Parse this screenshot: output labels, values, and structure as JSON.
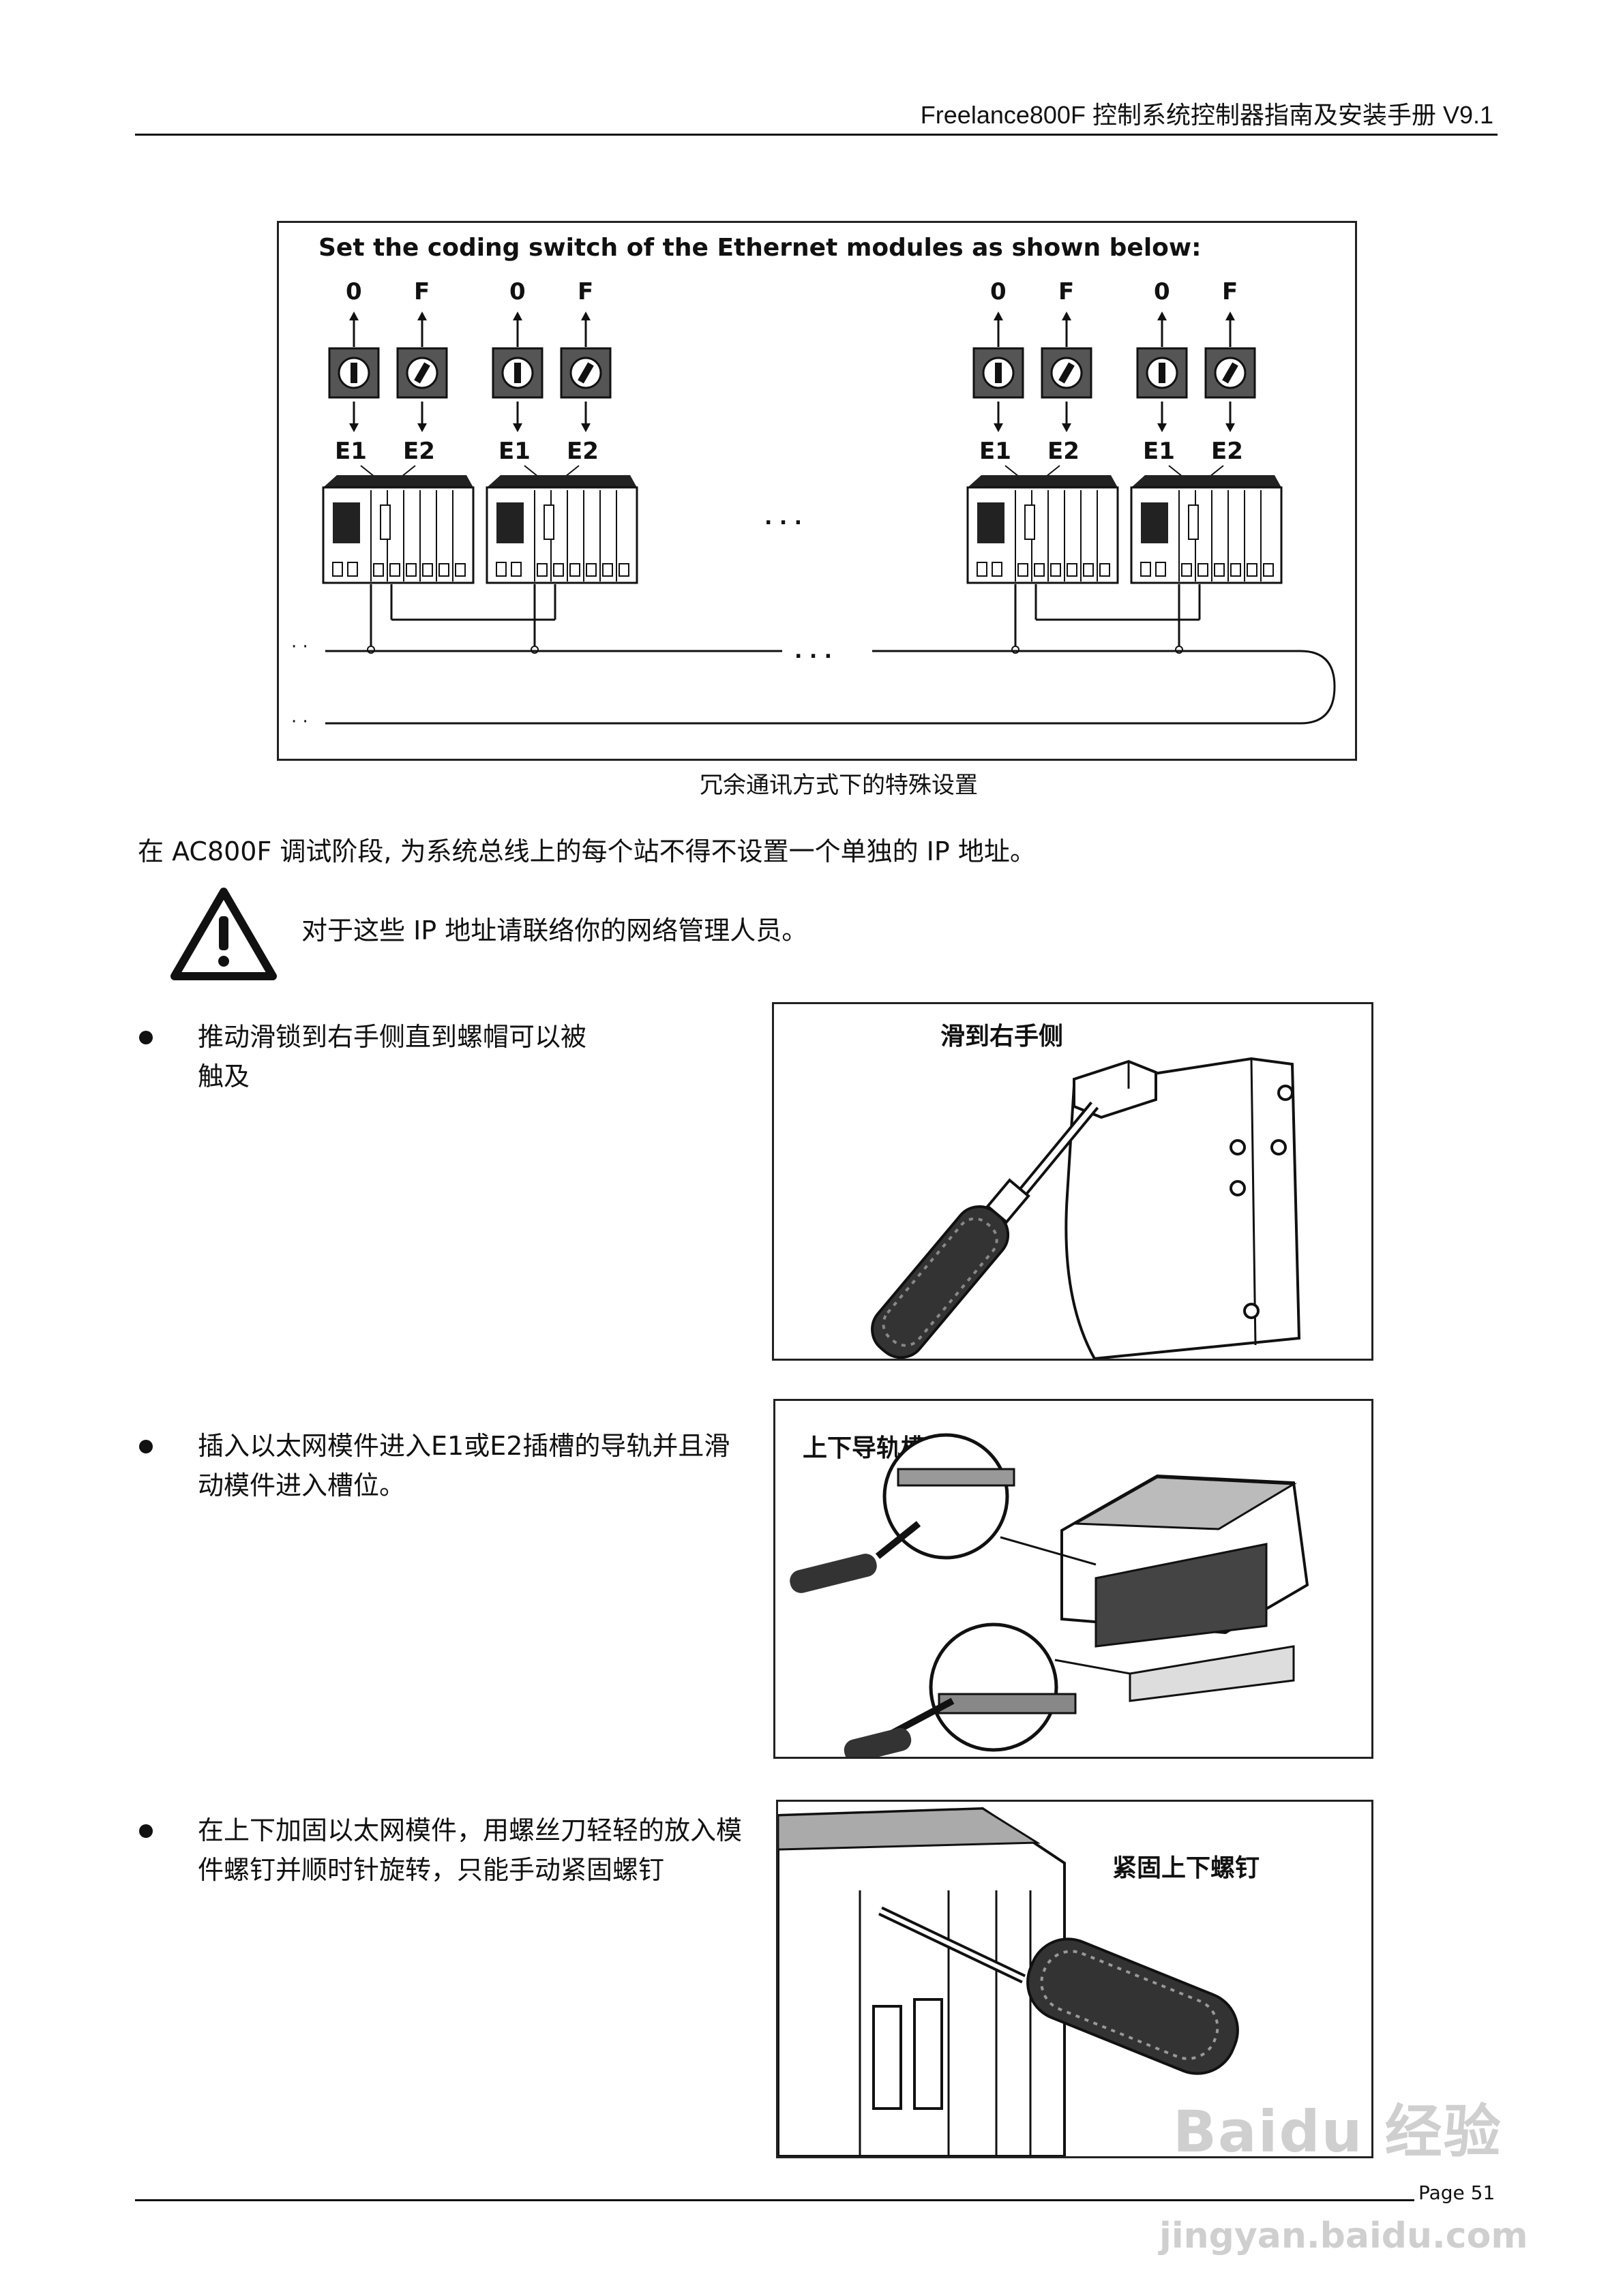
{
  "header": {
    "title": "Freelance800F 控制系统控制器指南及安装手册 V9.1"
  },
  "figure1": {
    "instruction": "Set the coding switch of the Ethernet modules as shown below:",
    "switch_labels": [
      "0",
      "F",
      "0",
      "F",
      "0",
      "F",
      "0",
      "F"
    ],
    "port_labels": [
      "E1",
      "E2",
      "E1",
      "E2",
      "E1",
      "E2",
      "E1",
      "E2"
    ],
    "ellipsis": ". . .",
    "caption": "冗余通讯方式下的特殊设置"
  },
  "paragraph": "在 AC800F 调试阶段, 为系统总线上的每个站不得不设置一个单独的 IP 地址。",
  "warning": {
    "icon": "warning-triangle-icon",
    "text": "对于这些 IP 地址请联络你的网络管理人员。"
  },
  "steps": [
    {
      "text": "推动滑锁到右手侧直到螺帽可以被触及",
      "figure_label": "滑到右手侧"
    },
    {
      "text": "插入以太网模件进入E1或E2插槽的导轨并且滑动模件进入槽位。",
      "figure_label": "上下导轨槽位"
    },
    {
      "text": "在上下加固以太网模件，用螺丝刀轻轻的放入模件螺钉并顺时针旋转，只能手动紧固螺钉",
      "figure_label": "紧固上下螺钉"
    }
  ],
  "footer": {
    "page": "Page 51"
  },
  "watermark": {
    "brand": "Baidu 经验",
    "url": "jingyan.baidu.com"
  }
}
